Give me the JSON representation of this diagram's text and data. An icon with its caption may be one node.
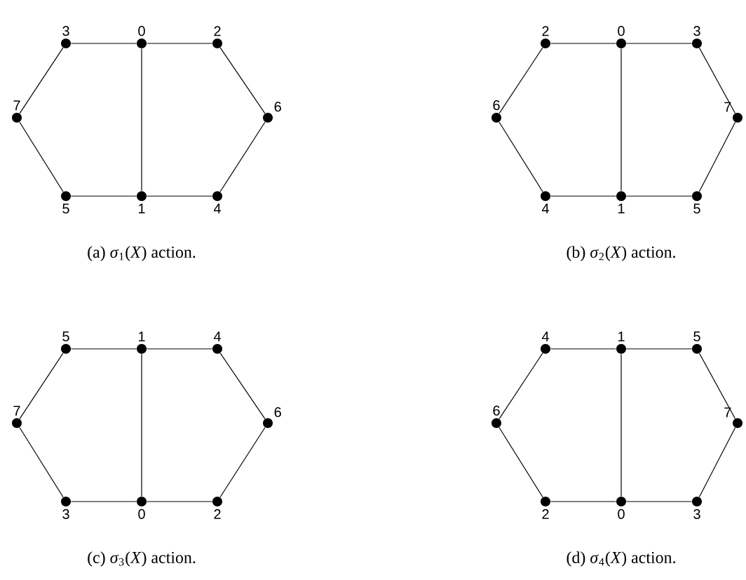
{
  "diagram": {
    "nodes": [
      {
        "text": [],
        "shape": "circle",
        "beside": [
          "3"
        ]
      },
      {
        "text": [],
        "shape": "circle",
        "beside": [
          "0"
        ]
      },
      {
        "text": [],
        "shape": "circle",
        "beside": [
          "2"
        ]
      },
      {
        "text": [],
        "shape": "circle",
        "beside": [
          "7"
        ]
      },
      {
        "text": [],
        "shape": "circle",
        "beside": [
          "6"
        ]
      },
      {
        "text": [],
        "shape": "circle",
        "beside": [
          "5"
        ]
      },
      {
        "text": [],
        "shape": "circle",
        "beside": [
          "1"
        ]
      },
      {
        "text": [],
        "shape": "circle",
        "beside": [
          "4"
        ]
      },
      {
        "text": [],
        "shape": "circle",
        "beside": [
          "2"
        ]
      },
      {
        "text": [],
        "shape": "circle",
        "beside": [
          "0"
        ]
      },
      {
        "text": [],
        "shape": "circle",
        "beside": [
          "3"
        ]
      },
      {
        "text": [],
        "shape": "circle",
        "beside": [
          "6"
        ]
      },
      {
        "text": [],
        "shape": "circle",
        "beside": [
          "7"
        ]
      },
      {
        "text": [],
        "shape": "circle",
        "beside": [
          "4"
        ]
      },
      {
        "text": [],
        "shape": "circle",
        "beside": [
          "1"
        ]
      },
      {
        "text": [],
        "shape": "circle",
        "beside": [
          "5"
        ]
      },
      {
        "text": [],
        "shape": "circle",
        "beside": [
          "5"
        ]
      },
      {
        "text": [],
        "shape": "circle",
        "beside": [
          "1"
        ]
      },
      {
        "text": [],
        "shape": "circle",
        "beside": [
          "4"
        ]
      },
      {
        "text": [],
        "shape": "circle",
        "beside": [
          "7"
        ]
      },
      {
        "text": [],
        "shape": "circle",
        "beside": [
          "6"
        ]
      },
      {
        "text": [],
        "shape": "circle",
        "beside": [
          "3"
        ]
      },
      {
        "text": [],
        "shape": "circle",
        "beside": [
          "0"
        ]
      },
      {
        "text": [],
        "shape": "circle",
        "beside": [
          "2"
        ]
      },
      {
        "text": [],
        "shape": "circle",
        "beside": [
          "4"
        ]
      },
      {
        "text": [],
        "shape": "circle",
        "beside": [
          "1"
        ]
      },
      {
        "text": [],
        "shape": "circle",
        "beside": [
          "5"
        ]
      },
      {
        "text": [],
        "shape": "circle",
        "beside": [
          "6"
        ]
      },
      {
        "text": [],
        "shape": "circle",
        "beside": [
          "7"
        ]
      },
      {
        "text": [],
        "shape": "circle",
        "beside": [
          "2"
        ]
      },
      {
        "text": [],
        "shape": "circle",
        "beside": [
          "0"
        ]
      },
      {
        "text": [],
        "shape": "circle",
        "beside": [
          "3"
        ]
      }
    ],
    "edges": [
      {
        "from": 0,
        "to": 1,
        "arrow": "none"
      },
      {
        "from": 1,
        "to": 2,
        "arrow": "none"
      },
      {
        "from": 0,
        "to": 3,
        "arrow": "none"
      },
      {
        "from": 2,
        "to": 4,
        "arrow": "none"
      },
      {
        "from": 3,
        "to": 5,
        "arrow": "none"
      },
      {
        "from": 4,
        "to": 7,
        "arrow": "none"
      },
      {
        "from": 5,
        "to": 6,
        "arrow": "none"
      },
      {
        "from": 6,
        "to": 7,
        "arrow": "none"
      },
      {
        "from": 1,
        "to": 6,
        "arrow": "none"
      },
      {
        "from": 8,
        "to": 9,
        "arrow": "none"
      },
      {
        "from": 9,
        "to": 10,
        "arrow": "none"
      },
      {
        "from": 8,
        "to": 11,
        "arrow": "none"
      },
      {
        "from": 10,
        "to": 12,
        "arrow": "none"
      },
      {
        "from": 11,
        "to": 13,
        "arrow": "none"
      },
      {
        "from": 12,
        "to": 15,
        "arrow": "none"
      },
      {
        "from": 13,
        "to": 14,
        "arrow": "none"
      },
      {
        "from": 14,
        "to": 15,
        "arrow": "none"
      },
      {
        "from": 9,
        "to": 14,
        "arrow": "none"
      },
      {
        "from": 16,
        "to": 17,
        "arrow": "none"
      },
      {
        "from": 17,
        "to": 18,
        "arrow": "none"
      },
      {
        "from": 16,
        "to": 19,
        "arrow": "none"
      },
      {
        "from": 18,
        "to": 20,
        "arrow": "none"
      },
      {
        "from": 19,
        "to": 21,
        "arrow": "none"
      },
      {
        "from": 20,
        "to": 23,
        "arrow": "none"
      },
      {
        "from": 21,
        "to": 22,
        "arrow": "none"
      },
      {
        "from": 22,
        "to": 23,
        "arrow": "none"
      },
      {
        "from": 17,
        "to": 22,
        "arrow": "none"
      },
      {
        "from": 24,
        "to": 25,
        "arrow": "none"
      },
      {
        "from": 25,
        "to": 26,
        "arrow": "none"
      },
      {
        "from": 24,
        "to": 27,
        "arrow": "none"
      },
      {
        "from": 26,
        "to": 28,
        "arrow": "none"
      },
      {
        "from": 27,
        "to": 29,
        "arrow": "none"
      },
      {
        "from": 28,
        "to": 31,
        "arrow": "none"
      },
      {
        "from": 29,
        "to": 30,
        "arrow": "none"
      },
      {
        "from": 30,
        "to": 31,
        "arrow": "none"
      },
      {
        "from": 25,
        "to": 30,
        "arrow": "none"
      }
    ],
    "labels": [
      "(a) *σ*$_{1}$(*X*) action.",
      "(b) *σ*$_{2}$(*X*) action.",
      "(c) *σ*$_{3}$(*X*) action.",
      "(d) *σ*$_{4}$(*X*) action."
    ]
  }
}
